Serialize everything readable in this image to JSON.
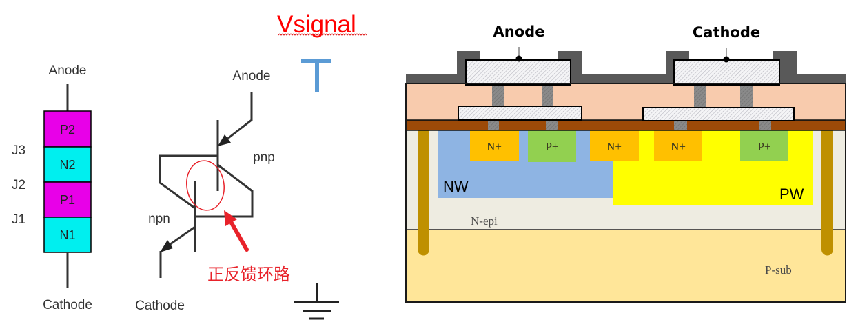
{
  "left_stack": {
    "anode_label": "Anode",
    "cathode_label": "Cathode",
    "layers": [
      "P2",
      "N2",
      "P1",
      "N1"
    ],
    "junctions": [
      "J3",
      "J2",
      "J1"
    ]
  },
  "transistor_model": {
    "anode_label": "Anode",
    "cathode_label": "Cathode",
    "pnp_label": "pnp",
    "npn_label": "npn",
    "annotation": "正反馈环路"
  },
  "signal": {
    "vsignal_label": "Vsignal"
  },
  "cross_section": {
    "anode_label": "Anode",
    "cathode_label": "Cathode",
    "regions": {
      "anode_n_plus": "N+",
      "anode_p_plus": "P+",
      "middle_n_plus": "N+",
      "cathode_n_plus": "N+",
      "cathode_p_plus": "P+",
      "n_well": "NW",
      "p_well": "PW",
      "n_epi": "N-epi",
      "p_sub": "P-sub"
    }
  },
  "colors": {
    "p_layer": "#e800e8",
    "n_layer": "#00efef",
    "annotation_red": "#e8222a",
    "vsignal_red": "#ff0000",
    "signal_blue": "#5b9bd5",
    "passivation": "#595959",
    "oxide": "#f8cbad",
    "field_oxide": "#9c4a08",
    "n_epi": "#eeece1",
    "p_sub": "#ffe699",
    "n_well": "#8eb4e3",
    "p_well": "#ffff00",
    "n_plus": "#ffc000",
    "p_plus": "#92d050",
    "sinker": "#bf9000",
    "via": "#808080"
  }
}
